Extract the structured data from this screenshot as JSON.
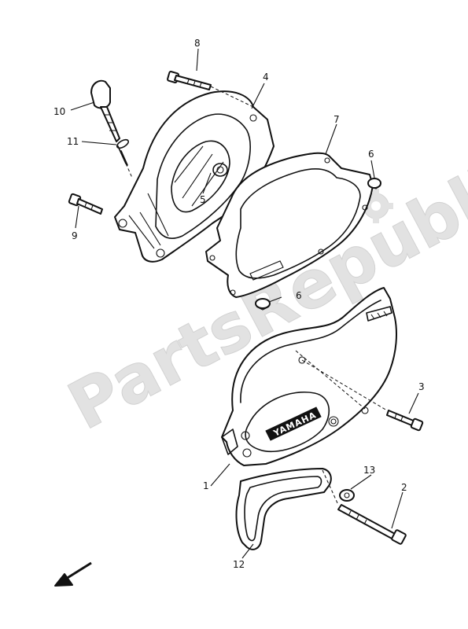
{
  "watermark": "PartsRepublik",
  "brand_logo": "YAMAHA",
  "callouts": [
    {
      "id": "1",
      "label": "1"
    },
    {
      "id": "2",
      "label": "2"
    },
    {
      "id": "3",
      "label": "3"
    },
    {
      "id": "4",
      "label": "4"
    },
    {
      "id": "5",
      "label": "5"
    },
    {
      "id": "6a",
      "label": "6"
    },
    {
      "id": "6b",
      "label": "6"
    },
    {
      "id": "7",
      "label": "7"
    },
    {
      "id": "8",
      "label": "8"
    },
    {
      "id": "9",
      "label": "9"
    },
    {
      "id": "10",
      "label": "10"
    },
    {
      "id": "11",
      "label": "11"
    },
    {
      "id": "12",
      "label": "12"
    },
    {
      "id": "13",
      "label": "13"
    }
  ],
  "icons": {
    "direction_arrow": "front-direction-arrow-icon",
    "watermark_gear": "gear-icon"
  }
}
